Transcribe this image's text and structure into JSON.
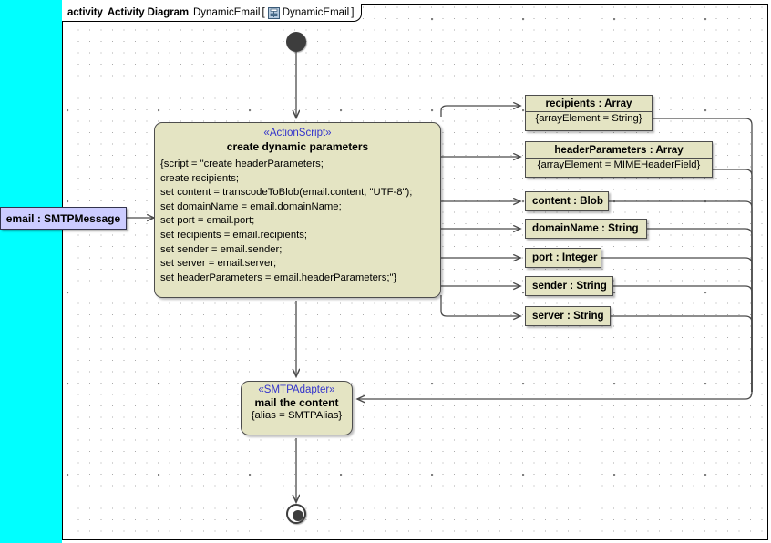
{
  "diagram": {
    "frame_keyword": "activity",
    "frame_kind": "Activity Diagram",
    "frame_name": "DynamicEmail",
    "frame_bracket_open": "[",
    "frame_bracket_close": "]",
    "frame_context": "DynamicEmail",
    "frame_icon": "activity-diagram-icon",
    "background_color": "#ffffff",
    "sidebar_color": "#00ffff",
    "node_fill": "#e4e4c3",
    "node_border": "#4d4d4d",
    "stereotype_color": "#3333cc",
    "input_node_fill": "#ccccff"
  },
  "initial_node": {
    "name": "initial-node"
  },
  "final_node": {
    "name": "activity-final-node"
  },
  "input_node": {
    "label": "email : SMTPMessage"
  },
  "action_node": {
    "stereotype": "«ActionScript»",
    "name": "create dynamic parameters",
    "script_lines": [
      "{script = \"create headerParameters;",
      "create recipients;",
      "set content = transcodeToBlob(email.content, \"UTF-8\");",
      "set domainName = email.domainName;",
      "set port = email.port;",
      "set recipients = email.recipients;",
      "set sender = email.sender;",
      "set server = email.server;",
      "set headerParameters = email.headerParameters;\"}"
    ]
  },
  "adapter_node": {
    "stereotype": "«SMTPAdapter»",
    "name": "mail the content",
    "property": "{alias = SMTPAlias}"
  },
  "object_nodes": [
    {
      "title": "recipients : Array",
      "props": "{arrayElement = String}"
    },
    {
      "title": "headerParameters : Array",
      "props": "{arrayElement = MIMEHeaderField}"
    },
    {
      "title": "content : Blob",
      "props": ""
    },
    {
      "title": "domainName : String",
      "props": ""
    },
    {
      "title": "port : Integer",
      "props": ""
    },
    {
      "title": "sender : String",
      "props": ""
    },
    {
      "title": "server : String",
      "props": ""
    }
  ]
}
